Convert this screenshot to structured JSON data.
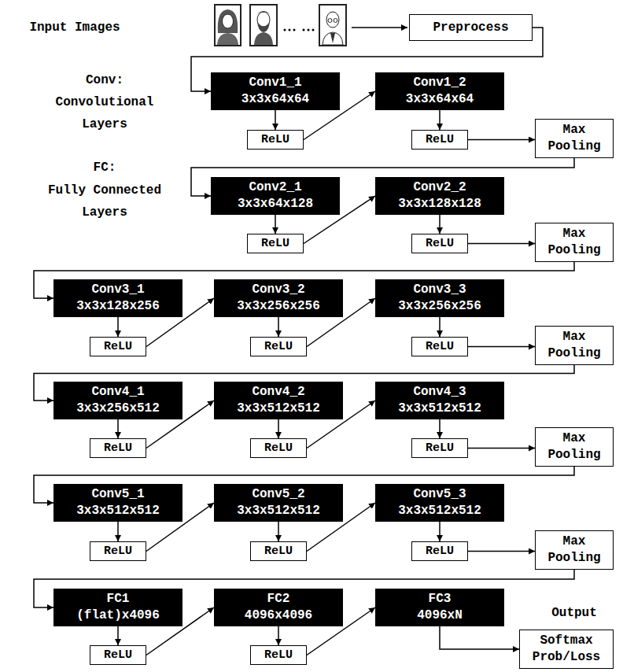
{
  "diagram": {
    "nodes": [
      {
        "text": [
          "Preprocess"
        ]
      },
      {
        "text": [
          "Conv1_1",
          "3x3x64x64"
        ]
      },
      {
        "text": [
          "ReLU"
        ]
      },
      {
        "text": [
          "Conv1_2",
          "3x3x64x64"
        ]
      },
      {
        "text": [
          "ReLU"
        ]
      },
      {
        "text": [
          "Max Pooling"
        ]
      },
      {
        "text": [
          "Conv2_1",
          "3x3x64x128"
        ]
      },
      {
        "text": [
          "ReLU"
        ]
      },
      {
        "text": [
          "Conv2_2",
          "3x3x128x128"
        ]
      },
      {
        "text": [
          "ReLU"
        ]
      },
      {
        "text": [
          "Max Pooling"
        ]
      },
      {
        "text": [
          "Conv3_1",
          "3x3x128x256"
        ]
      },
      {
        "text": [
          "ReLU"
        ]
      },
      {
        "text": [
          "Conv3_2",
          "3x3x256x256"
        ]
      },
      {
        "text": [
          "ReLU"
        ]
      },
      {
        "text": [
          "Conv3_3",
          "3x3x256x256"
        ]
      },
      {
        "text": [
          "ReLU"
        ]
      },
      {
        "text": [
          "Max Pooling"
        ]
      },
      {
        "text": [
          "Conv4_1",
          "3x3x256x512"
        ]
      },
      {
        "text": [
          "ReLU"
        ]
      },
      {
        "text": [
          "Conv4_2",
          "3x3x512x512"
        ]
      },
      {
        "text": [
          "ReLU"
        ]
      },
      {
        "text": [
          "Conv4_3",
          "3x3x512x512"
        ]
      },
      {
        "text": [
          "ReLU"
        ]
      },
      {
        "text": [
          "Max Pooling"
        ]
      },
      {
        "text": [
          "Conv5_1",
          "3x3x512x512"
        ]
      },
      {
        "text": [
          "ReLU"
        ]
      },
      {
        "text": [
          "Conv5_2",
          "3x3x512x512"
        ]
      },
      {
        "text": [
          "ReLU"
        ]
      },
      {
        "text": [
          "Conv5_3",
          "3x3x512x512"
        ]
      },
      {
        "text": [
          "ReLU"
        ]
      },
      {
        "text": [
          "Max Pooling"
        ]
      },
      {
        "text": [
          "FC1",
          "(flat)x4096"
        ]
      },
      {
        "text": [
          "ReLU"
        ]
      },
      {
        "text": [
          "FC2",
          "4096x4096"
        ]
      },
      {
        "text": [
          "ReLU"
        ]
      },
      {
        "text": [
          "FC3",
          "4096xN"
        ]
      },
      {
        "text": [
          "Softmax Prob/Loss"
        ]
      }
    ],
    "edges": [
      {
        "from": 0,
        "to": 1,
        "arrow": "to"
      },
      {
        "from": 1,
        "to": 2,
        "arrow": "to"
      },
      {
        "from": 2,
        "to": 3,
        "arrow": "to"
      },
      {
        "from": 3,
        "to": 4,
        "arrow": "to"
      },
      {
        "from": 4,
        "to": 5,
        "arrow": "to"
      },
      {
        "from": 5,
        "to": 6,
        "arrow": "to"
      },
      {
        "from": 6,
        "to": 7,
        "arrow": "to"
      },
      {
        "from": 7,
        "to": 8,
        "arrow": "to"
      },
      {
        "from": 8,
        "to": 9,
        "arrow": "to"
      },
      {
        "from": 9,
        "to": 10,
        "arrow": "to"
      },
      {
        "from": 10,
        "to": 11,
        "arrow": "to"
      },
      {
        "from": 11,
        "to": 12,
        "arrow": "to"
      },
      {
        "from": 12,
        "to": 13,
        "arrow": "to"
      },
      {
        "from": 13,
        "to": 14,
        "arrow": "to"
      },
      {
        "from": 14,
        "to": 15,
        "arrow": "to"
      },
      {
        "from": 15,
        "to": 16,
        "arrow": "to"
      },
      {
        "from": 16,
        "to": 17,
        "arrow": "to"
      },
      {
        "from": 17,
        "to": 18,
        "arrow": "to"
      },
      {
        "from": 18,
        "to": 19,
        "arrow": "to"
      },
      {
        "from": 19,
        "to": 20,
        "arrow": "to"
      },
      {
        "from": 20,
        "to": 21,
        "arrow": "to"
      },
      {
        "from": 21,
        "to": 22,
        "arrow": "to"
      },
      {
        "from": 22,
        "to": 23,
        "arrow": "to"
      },
      {
        "from": 23,
        "to": 24,
        "arrow": "to"
      },
      {
        "from": 24,
        "to": 25,
        "arrow": "to"
      },
      {
        "from": 25,
        "to": 26,
        "arrow": "to"
      },
      {
        "from": 26,
        "to": 27,
        "arrow": "to"
      },
      {
        "from": 27,
        "to": 28,
        "arrow": "to"
      },
      {
        "from": 28,
        "to": 29,
        "arrow": "to"
      },
      {
        "from": 29,
        "to": 30,
        "arrow": "to"
      },
      {
        "from": 30,
        "to": 31,
        "arrow": "to"
      },
      {
        "from": 31,
        "to": 32,
        "arrow": "to"
      },
      {
        "from": 32,
        "to": 33,
        "arrow": "to"
      },
      {
        "from": 33,
        "to": 34,
        "arrow": "to"
      },
      {
        "from": 34,
        "to": 35,
        "arrow": "to"
      },
      {
        "from": 35,
        "to": 36,
        "arrow": "to"
      },
      {
        "from": 36,
        "to": 37,
        "arrow": "to"
      }
    ],
    "labels": [
      "Input Images",
      "Conv:",
      "Convolutional Layers",
      "FC:",
      "Fully Connected Layers",
      "Output"
    ]
  }
}
